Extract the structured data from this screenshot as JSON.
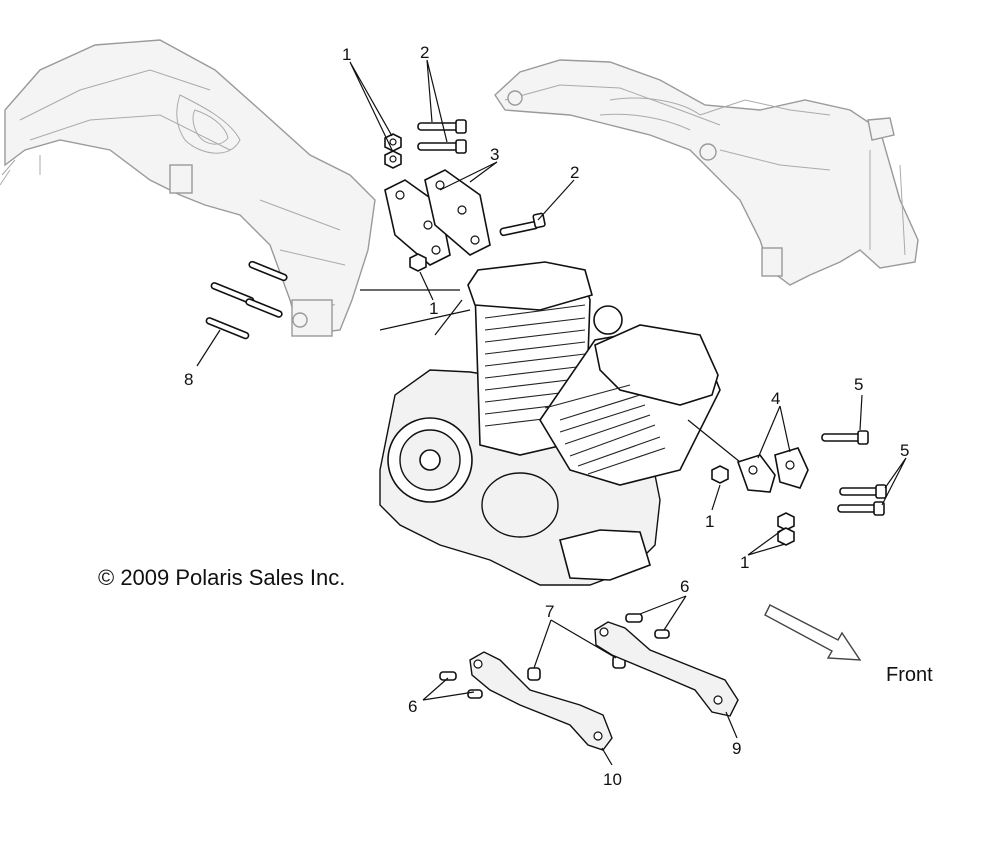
{
  "diagram": {
    "callouts": [
      {
        "id": "c1a",
        "label": "1"
      },
      {
        "id": "c2a",
        "label": "2"
      },
      {
        "id": "c3",
        "label": "3"
      },
      {
        "id": "c2b",
        "label": "2"
      },
      {
        "id": "c1b",
        "label": "1"
      },
      {
        "id": "c8",
        "label": "8"
      },
      {
        "id": "c5a",
        "label": "5"
      },
      {
        "id": "c4",
        "label": "4"
      },
      {
        "id": "c5b",
        "label": "5"
      },
      {
        "id": "c1c",
        "label": "1"
      },
      {
        "id": "c1d",
        "label": "1"
      },
      {
        "id": "c6a",
        "label": "6"
      },
      {
        "id": "c7",
        "label": "7"
      },
      {
        "id": "c6b",
        "label": "6"
      },
      {
        "id": "c9",
        "label": "9"
      },
      {
        "id": "c10",
        "label": "10"
      }
    ],
    "copyright": "© 2009 Polaris Sales Inc.",
    "direction_label": "Front"
  }
}
